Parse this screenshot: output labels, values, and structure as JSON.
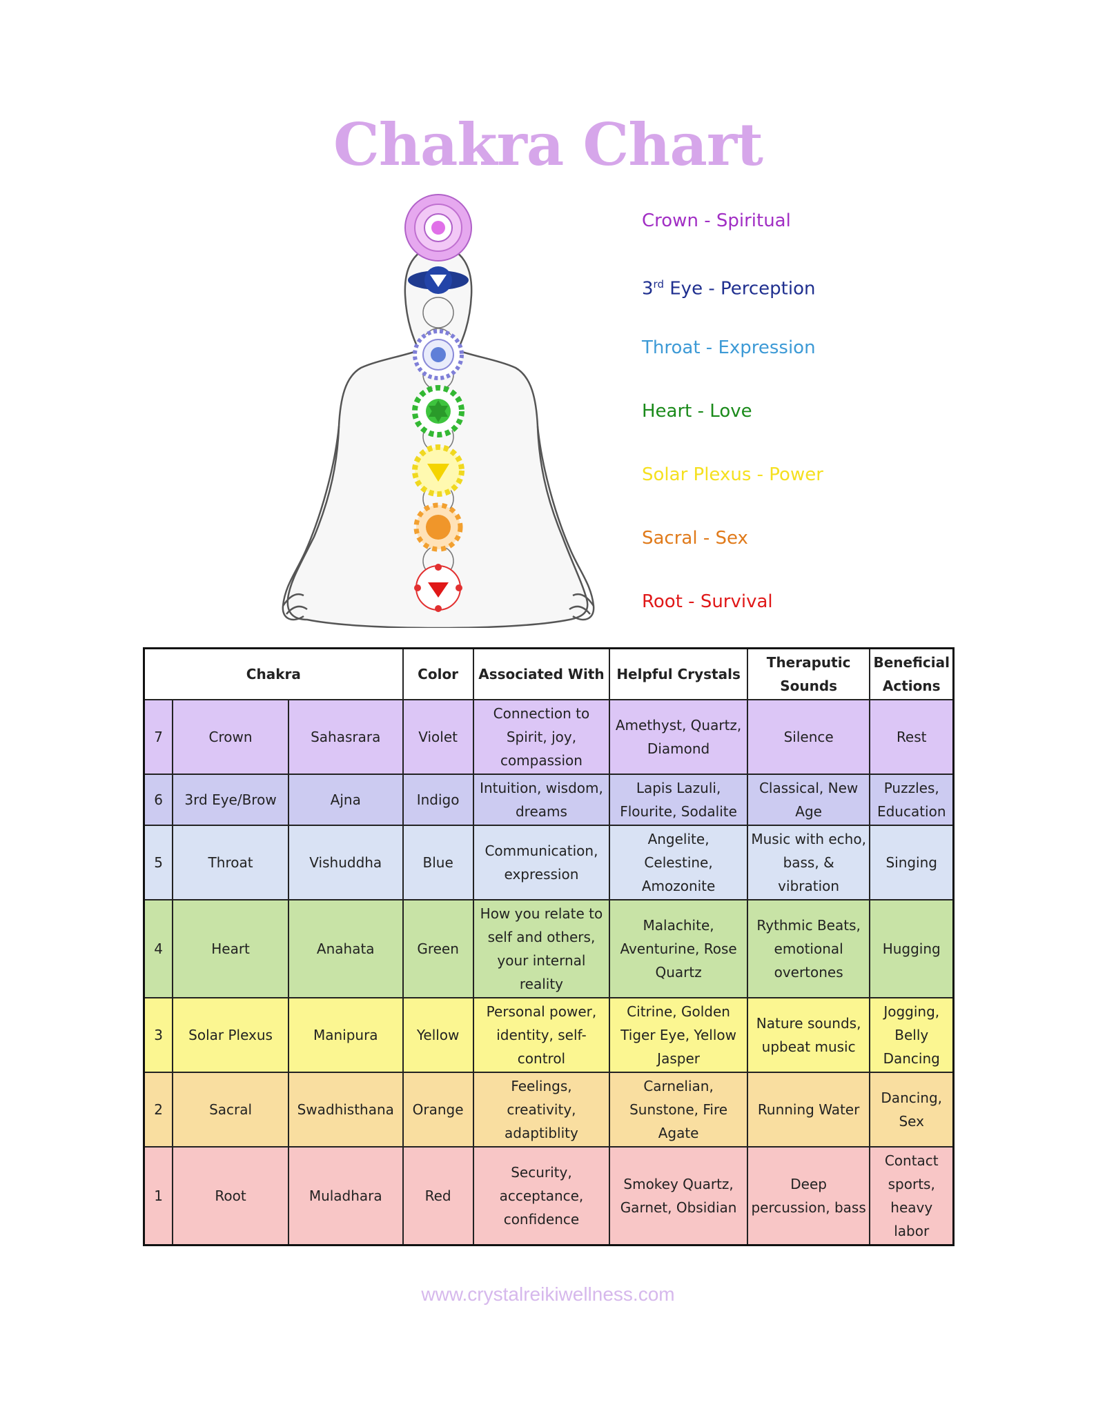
{
  "title": "Chakra Chart",
  "legend": [
    {
      "name": "Crown",
      "meaning": "Spiritual",
      "color": "#a12ec4"
    },
    {
      "name": "3rd Eye",
      "meaning": "Perception",
      "color": "#1f2f8f"
    },
    {
      "name": "Throat",
      "meaning": "Expression",
      "color": "#3d9ad6"
    },
    {
      "name": "Heart",
      "meaning": "Love",
      "color": "#1a8a1a"
    },
    {
      "name": "Solar Plexus",
      "meaning": "Power",
      "color": "#f5e020"
    },
    {
      "name": "Sacral",
      "meaning": "Sex",
      "color": "#e07a1a"
    },
    {
      "name": "Root",
      "meaning": "Survival",
      "color": "#e01818"
    }
  ],
  "legend_sep": " - ",
  "table": {
    "headers": {
      "chakra": "Chakra",
      "color": "Color",
      "associated": "Associated With",
      "crystals": "Helpful Crystals",
      "sounds": "Theraputic Sounds",
      "actions": "Beneficial Actions"
    },
    "rows": [
      {
        "num": "7",
        "name": "Crown",
        "sanskrit": "Sahasrara",
        "color": "Violet",
        "associated": "Connection to Spirit, joy, compassion",
        "crystals": "Amethyst, Quartz, Diamond",
        "sounds": "Silence",
        "actions": "Rest",
        "bg": "#dcc6f6"
      },
      {
        "num": "6",
        "name": "3rd Eye/Brow",
        "sanskrit": "Ajna",
        "color": "Indigo",
        "associated": "Intuition, wisdom, dreams",
        "crystals": "Lapis Lazuli, Flourite, Sodalite",
        "sounds": "Classical, New Age",
        "actions": "Puzzles, Education",
        "bg": "#cccbf1"
      },
      {
        "num": "5",
        "name": "Throat",
        "sanskrit": "Vishuddha",
        "color": "Blue",
        "associated": "Communication, expression",
        "crystals": "Angelite, Celestine, Amozonite",
        "sounds": "Music with echo, bass, & vibration",
        "actions": "Singing",
        "bg": "#d9e2f4"
      },
      {
        "num": "4",
        "name": "Heart",
        "sanskrit": "Anahata",
        "color": "Green",
        "associated": "How you relate to self and others, your internal reality",
        "crystals": "Malachite, Aventurine, Rose Quartz",
        "sounds": "Rythmic Beats, emotional overtones",
        "actions": "Hugging",
        "bg": "#c8e3a6"
      },
      {
        "num": "3",
        "name": "Solar Plexus",
        "sanskrit": "Manipura",
        "color": "Yellow",
        "associated": "Personal power, identity, self-control",
        "crystals": "Citrine, Golden Tiger Eye, Yellow Jasper",
        "sounds": "Nature sounds, upbeat music",
        "actions": "Jogging, Belly Dancing",
        "bg": "#fbf691"
      },
      {
        "num": "2",
        "name": "Sacral",
        "sanskrit": "Swadhisthana",
        "color": "Orange",
        "associated": "Feelings, creativity, adaptiblity",
        "crystals": "Carnelian, Sunstone, Fire Agate",
        "sounds": "Running Water",
        "actions": "Dancing, Sex",
        "bg": "#f9dea0"
      },
      {
        "num": "1",
        "name": "Root",
        "sanskrit": "Muladhara",
        "color": "Red",
        "associated": "Security, acceptance, confidence",
        "crystals": "Smokey Quartz, Garnet, Obsidian",
        "sounds": "Deep percussion, bass",
        "actions": "Contact sports, heavy labor",
        "bg": "#f8c6c6"
      }
    ]
  },
  "footer": "www.crystalreikiwellness.com"
}
